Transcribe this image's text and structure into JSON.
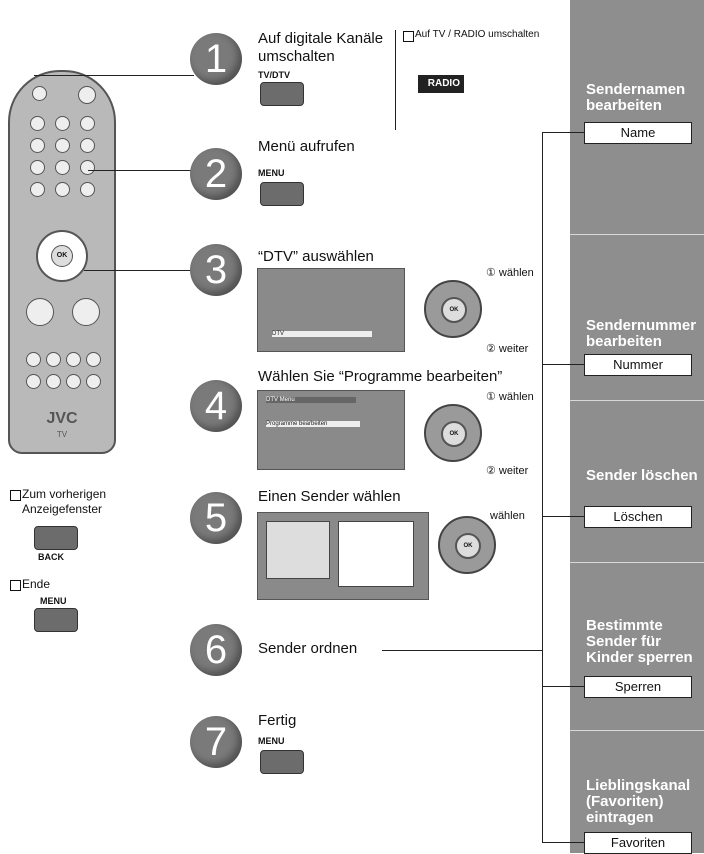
{
  "steps": [
    {
      "num": "1",
      "text": "Auf digitale Kanäle umschalten",
      "key": "TV/DTV"
    },
    {
      "num": "2",
      "text": "Menü aufrufen",
      "key": "MENU"
    },
    {
      "num": "3",
      "text": "“DTV” auswählen"
    },
    {
      "num": "4",
      "text": "Wählen Sie “Programme bearbeiten”"
    },
    {
      "num": "5",
      "text": "Einen Sender wählen"
    },
    {
      "num": "6",
      "text": "Sender ordnen"
    },
    {
      "num": "7",
      "text": "Fertig",
      "key": "MENU"
    }
  ],
  "aside": {
    "label": "Auf TV / RADIO umschalten",
    "key": "RADIO"
  },
  "dials": {
    "select": "① wählen",
    "next": "② weiter",
    "select2": "① wählen",
    "next2": "② weiter",
    "select3": "wählen",
    "ok": "OK"
  },
  "screen4": {
    "title": "DTV Menu",
    "items": [
      "",
      "Programme bearbeiten",
      "",
      "",
      ""
    ]
  },
  "screen3": {
    "items": [
      "",
      "",
      "",
      "",
      "DTV"
    ]
  },
  "left_notes": {
    "back_label": "Zum vorherigen Anzeigefenster",
    "back_key": "BACK",
    "end_label": "Ende",
    "end_key": "MENU"
  },
  "remote": {
    "brand": "JVC",
    "sub": "TV",
    "ok": "OK"
  },
  "sidebar": [
    {
      "title": "Sendernamen bearbeiten",
      "button": "Name"
    },
    {
      "title": "Sendernummer bearbeiten",
      "button": "Nummer"
    },
    {
      "title": "Sender löschen",
      "button": "Löschen"
    },
    {
      "title": "Bestimmte Sender für Kinder sperren",
      "button": "Sperren"
    },
    {
      "title": "Lieblingskanal (Favoriten) eintragen",
      "button": "Favoriten"
    }
  ],
  "colors": {
    "sidebar": "#8e8e8e",
    "circle": "#7a7a7a",
    "key": "#6c6c6c"
  }
}
